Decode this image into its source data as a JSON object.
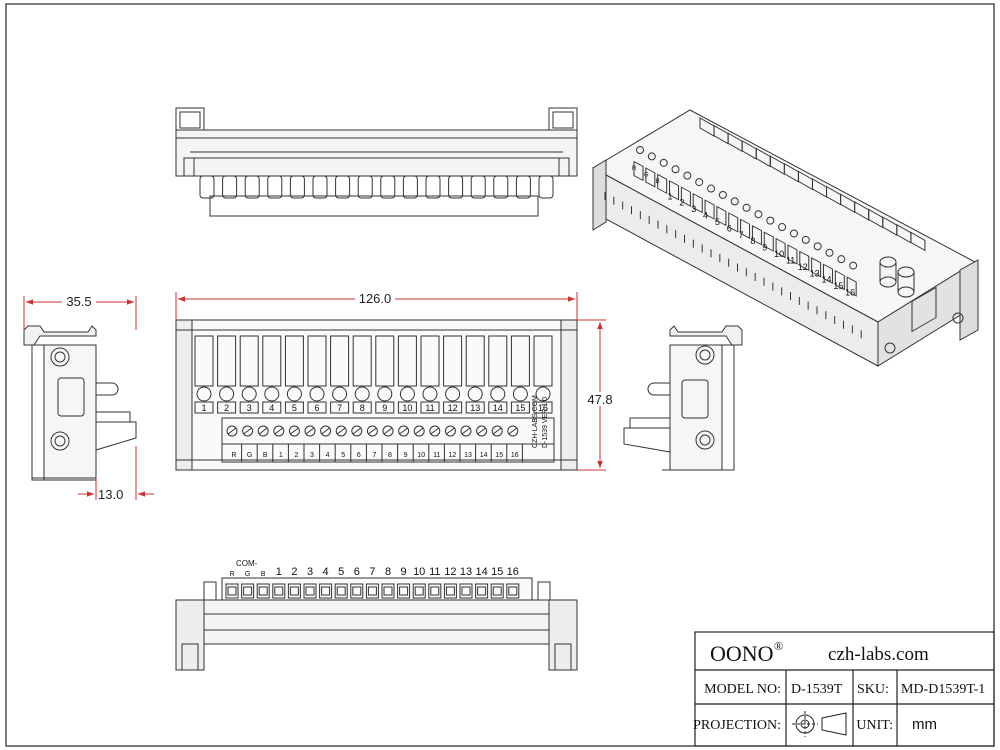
{
  "dimensions": {
    "side_width": "35.5",
    "side_depth": "13.0",
    "front_width": "126.0",
    "front_height": "47.8"
  },
  "terminals": {
    "channels": [
      "1",
      "2",
      "3",
      "4",
      "5",
      "6",
      "7",
      "8",
      "9",
      "10",
      "11",
      "12",
      "13",
      "14",
      "15",
      "16"
    ],
    "common_group_label": "COM-",
    "common_letters": [
      "R",
      "G",
      "B"
    ],
    "board_text_1": "CZH-LABS.COM",
    "board_text_2": "D-1539 VER:1.0"
  },
  "title_block": {
    "brand": "OONO",
    "registered_mark": "®",
    "website": "czh-labs.com",
    "model_label": "MODEL NO:",
    "model_value": "D-1539T",
    "sku_label": "SKU:",
    "sku_value": "MD-D1539T-1",
    "projection_label": "PROJECTION:",
    "unit_label": "UNIT:",
    "unit_value": "mm"
  }
}
